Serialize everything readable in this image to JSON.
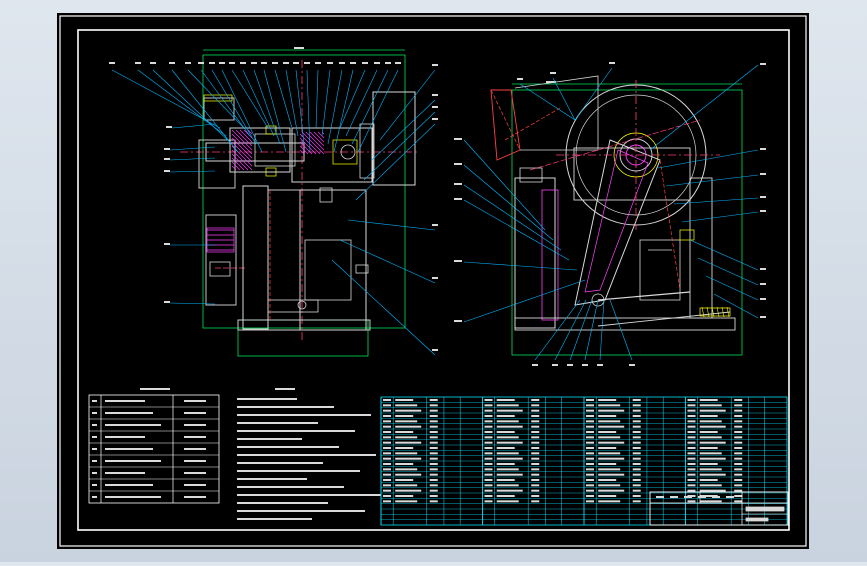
{
  "colors": {
    "background": "#dfe6ee",
    "sheet": "#000000",
    "frame": "#ffffff",
    "outline": "#d9d9d9",
    "leader": "#00b7ff",
    "centerline": "#ff3b7a",
    "hidden": "#ff4040",
    "dimension": "#00e05a",
    "hatch": "#ff40ff",
    "accent": "#ffff00",
    "table_line": "#00e0ff"
  },
  "drawing": {
    "left_view": {
      "kind": "side-section",
      "features": [
        "pulley",
        "flywheel",
        "eccentric-shaft",
        "bearing-housing",
        "frame"
      ]
    },
    "right_view": {
      "kind": "front-section",
      "features": [
        "hopper",
        "flywheel",
        "swing-jaw",
        "fixed-jaw",
        "toggle-plate",
        "tension-rod",
        "spring"
      ]
    },
    "specs_table": {
      "rows": 9,
      "columns": 3,
      "header": "技术参数"
    },
    "notes": {
      "heading": "技术要求",
      "line_count": 16
    },
    "parts_list": {
      "columns": 4,
      "rows": 24
    },
    "title_block": {
      "present": true
    }
  }
}
